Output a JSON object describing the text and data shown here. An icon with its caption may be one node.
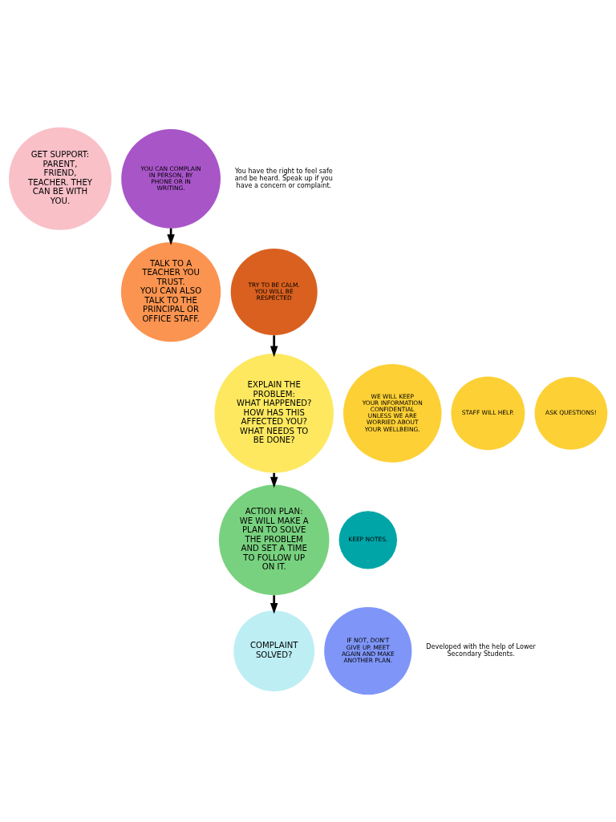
{
  "diagram": {
    "nodes": [
      {
        "text": [
          "GET SUPPORT:",
          "PARENT, FRIEND, TEACHER. THEY CAN BE WITH YOU."
        ]
      },
      {
        "text": [
          "YOU CAN COMPLAIN IN PERSON, BY PHONE OR IN WRITING."
        ]
      },
      {
        "text": [
          "TALK TO A TEACHER YOU TRUST.",
          "YOU CAN ALSO TALK TO THE PRINCIPAL OR OFFICE STAFF."
        ]
      },
      {
        "text": [
          "TRY TO BE CALM. YOU WILL BE RESPECTED"
        ]
      },
      {
        "text": [
          "EXPLAIN THE PROBLEM:",
          "WHAT HAPPENED? HOW HAS THIS AFFECTED YOU? WHAT NEEDS TO BE DONE?"
        ]
      },
      {
        "text": [
          "WE WILL KEEP YOUR INFORMATION CONFIDENTIAL UNLESS WE ARE WORRIED ABOUT YOUR WELLBEING."
        ]
      },
      {
        "text": [
          "STAFF WILL HELP."
        ]
      },
      {
        "text": [
          "ASK QUESTIONS!"
        ]
      },
      {
        "text": [
          "ACTION PLAN:",
          "WE WILL MAKE A PLAN TO SOLVE THE PROBLEM AND SET A TIME TO FOLLOW UP ON IT."
        ]
      },
      {
        "text": [
          "KEEP NOTES."
        ]
      },
      {
        "text": [
          "COMPLAINT SOLVED?"
        ]
      },
      {
        "text": [
          "IF NOT, DON'T GIVE UP. MEET AGAIN AND MAKE ANOTHER PLAN."
        ]
      }
    ],
    "edges": [
      {
        "from": 1,
        "to": 2,
        "arrow": "to"
      },
      {
        "from": 3,
        "to": 4,
        "arrow": "to"
      },
      {
        "from": 4,
        "to": 8,
        "arrow": "to"
      },
      {
        "from": 8,
        "to": 10,
        "arrow": "to"
      }
    ],
    "labels": [
      "You have the right to feel safe and be heard. Speak up if you have a concern or complaint.",
      "Developed with the help of Lower Secondary Students."
    ]
  }
}
